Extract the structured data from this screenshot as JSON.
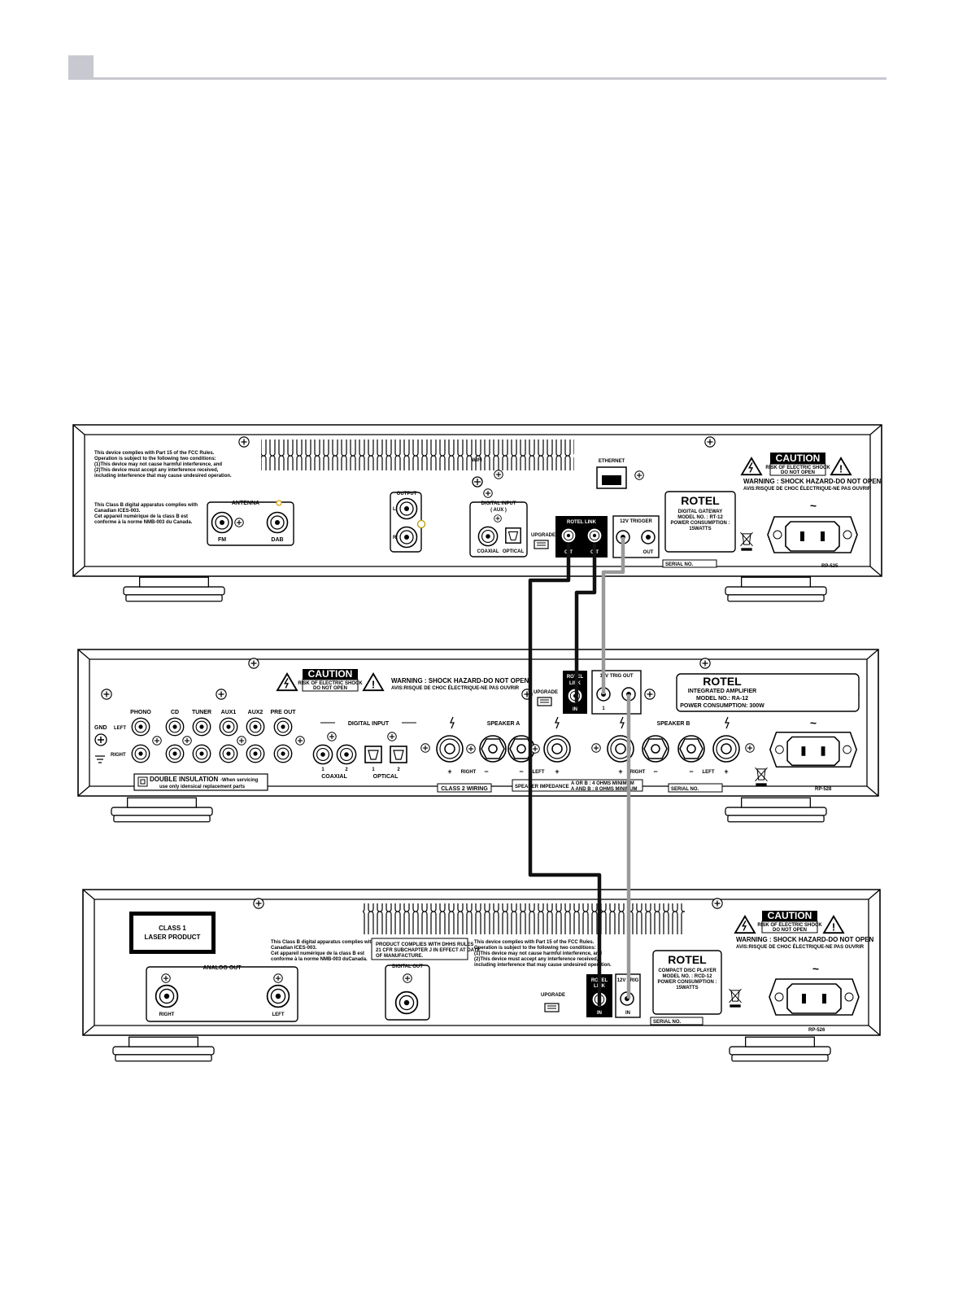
{
  "gateway": {
    "fcc": [
      "This device complies with Part 15 of the FCC Rules.",
      "Operation is subject to the following two conditions:",
      "(1)This device may not cause harmful interference, and",
      "(2)This device must accept any interference received,",
      "including interference that may cause undesired operation."
    ],
    "ices": [
      "This Class B digital apparatus complies with",
      "Canadian ICES-003.",
      "Cet appareil numérique de la class B est",
      "conforme à la norme NMB-003 du Canada."
    ],
    "antenna": "ANTENNA",
    "fm": "FM",
    "dab": "DAB",
    "output": "OUTPUT",
    "out_l": "L",
    "out_r": "R",
    "wifi": "WIFI",
    "digital_input": "DIGITAL INPUT",
    "aux": "( AUX )",
    "coaxial": "COAXIAL",
    "optical": "OPTICAL",
    "upgrade": "UPGRADE",
    "rotel_link": "ROTEL LINK",
    "link_out1": "O T",
    "link_out2": "O T",
    "trigger": "12V TRIGGER",
    "trig_out": "OUT",
    "ethernet": "ETHERNET",
    "caution": "CAUTION",
    "risk1": "RISK OF ELECTRIC SHOCK",
    "risk2": "DO NOT OPEN",
    "warning": "WARNING : SHOCK HAZARD-DO NOT OPEN",
    "avis": "AVIS:RISQUE DE CHOC ÉLECTRIQUE-NE PAS OUVRIR",
    "brand": "ROTEL",
    "label_lines": [
      "DIGITAL GATEWAY",
      "MODEL NO. : RT-12",
      "POWER CONSUMPTION :",
      "15WATTS"
    ],
    "serial": "SERIAL NO.",
    "tilde": "~",
    "part": "RP-525"
  },
  "amp": {
    "caution": "CAUTION",
    "risk1": "RISK OF ELECTRIC SHOCK",
    "risk2": "DO NOT OPEN",
    "warning": "WARNING : SHOCK HAZARD-DO NOT OPEN",
    "avis": "AVIS:RISQUE DE CHOC ÉLECTRIQUE-NE PAS OUVRIR",
    "inputs": [
      "PHONO",
      "CD",
      "TUNER",
      "AUX1",
      "AUX2",
      "PRE OUT"
    ],
    "gnd": "GND",
    "left": "LEFT",
    "right": "RIGHT",
    "digital_input": "DIGITAL INPUT",
    "coax_nums": [
      "1",
      "2"
    ],
    "opt_nums": [
      "1",
      "2"
    ],
    "coaxial": "COAXIAL",
    "optical": "OPTICAL",
    "double": "DOUBLE INSULATION",
    "double2": "-When servicing",
    "double3": "use only idensical replacement parts",
    "speaker_a": "SPEAKER A",
    "speaker_b": "SPEAKER B",
    "plus": "+",
    "minus": "−",
    "spk_right": "RIGHT",
    "spk_left": "LEFT",
    "class2": "CLASS 2 WIRING",
    "impedance": "SPEAKER IMPEDANCE",
    "imp1": "A  OR  B : 4 OHMS MINIMUM",
    "imp2": "A AND B : 8 OHMS MINIMUM",
    "serial": "SERIAL NO.",
    "upgrade": "UPGRADE",
    "rotel_link1": "ROTEL",
    "rotel_link2": "LINK",
    "link_in": "IN",
    "trig": "12V TRIG OUT",
    "trig_1": "1",
    "brand": "ROTEL",
    "label_lines": [
      "INTEGRATED AMPLIFIER",
      "MODEL NO.: RA-12",
      "POWER CONSUMPTION: 300W"
    ],
    "tilde": "~",
    "part": "RP-528"
  },
  "cd": {
    "laser1": "CLASS 1",
    "laser2": "LASER PRODUCT",
    "ices": [
      "This Class B digital apparatus complies with",
      "Canadian ICES-003.",
      "Cet appareil numérique de la class B est",
      "conforme à la norme NMB-003 duCanada."
    ],
    "rohs": [
      "PRODUCT COMPLIES WITH DHHS RULES",
      "21 CFR SUBCHAPTER J IN EFFECT AT DATE",
      "OF MANUFACTURE."
    ],
    "fcc": [
      "This device complies with Part 15 of the FCC Rules.",
      "Operation is subject to the following two conditions:",
      "(1)This device may not cause harmful interference, and",
      "(2)This device must accept any interference received,",
      "including interference that may cause undesired operation."
    ],
    "analog_out": "ANALOG OUT",
    "right": "RIGHT",
    "left": "LEFT",
    "digital_out": "DIGITAL OUT",
    "upgrade": "UPGRADE",
    "rotel_link1": "ROTEL",
    "rotel_link2": "LINK",
    "link_in": "IN",
    "trig": "12V TRIG",
    "trig_in": "IN",
    "caution": "CAUTION",
    "risk1": "RISK OF ELECTRIC SHOCK",
    "risk2": "DO NOT OPEN",
    "warning": "WARNING : SHOCK HAZARD-DO NOT OPEN",
    "avis": "AVIS:RISQUE DE CHOC ÉLECTRIQUE-NE PAS OUVRIR",
    "brand": "ROTEL",
    "label_lines": [
      "COMPACT DISC PLAYER",
      "MODEL NO. : RCD-12",
      "POWER CONSUMPTION :",
      "15WATTS"
    ],
    "serial": "SERIAL NO.",
    "tilde": "~",
    "part": "RP-526"
  },
  "colors": {
    "cable_black": "#111111",
    "cable_gray": "#9a9a9a",
    "header": "#c8c8d0"
  }
}
